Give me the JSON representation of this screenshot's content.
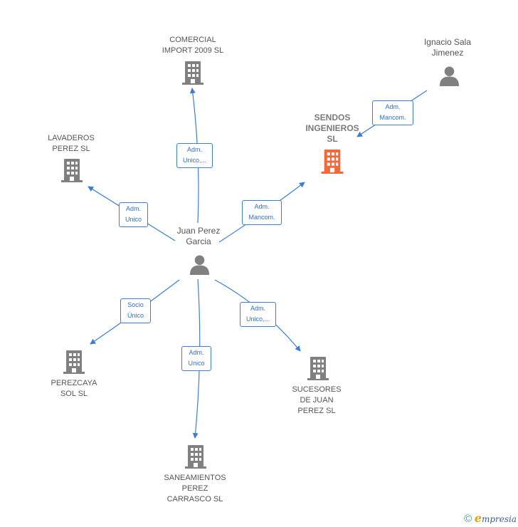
{
  "colors": {
    "edge": "#3a7fd4",
    "building": "#808080",
    "focus_building": "#f26a3a",
    "person": "#808080"
  },
  "center": {
    "name_line1": "Juan Perez",
    "name_line2": "Garcia",
    "icon": "person-icon"
  },
  "focus_company": {
    "line1": "SENDOS",
    "line2": "INGENIEROS",
    "line3": "SL",
    "icon": "building-icon"
  },
  "other_person": {
    "line1": "Ignacio Sala",
    "line2": "Jimenez",
    "icon": "person-icon"
  },
  "companies": [
    {
      "line1": "COMERCIAL",
      "line2": "IMPORT 2009 SL",
      "line3": ""
    },
    {
      "line1": "LAVADEROS",
      "line2": "PEREZ SL",
      "line3": ""
    },
    {
      "line1": "PEREZCAYA",
      "line2": "SOL SL",
      "line3": ""
    },
    {
      "line1": "SANEAMIENTOS",
      "line2": "PEREZ",
      "line3": "CARRASCO  SL"
    },
    {
      "line1": "SUCESORES",
      "line2": "DE JUAN",
      "line3": "PEREZ  SL"
    }
  ],
  "edges": [
    {
      "line1": "Adm.",
      "line2": "Unico,..."
    },
    {
      "line1": "Adm.",
      "line2": "Unico"
    },
    {
      "line1": "Adm.",
      "line2": "Mancom."
    },
    {
      "line1": "Socio",
      "line2": "Único"
    },
    {
      "line1": "Adm.",
      "line2": "Unico"
    },
    {
      "line1": "Adm.",
      "line2": "Unico,..."
    },
    {
      "line1": "Adm.",
      "line2": "Mancom."
    }
  ],
  "footer": {
    "copyright": "©",
    "brand_initial": "e",
    "brand_rest": "mpresia"
  }
}
